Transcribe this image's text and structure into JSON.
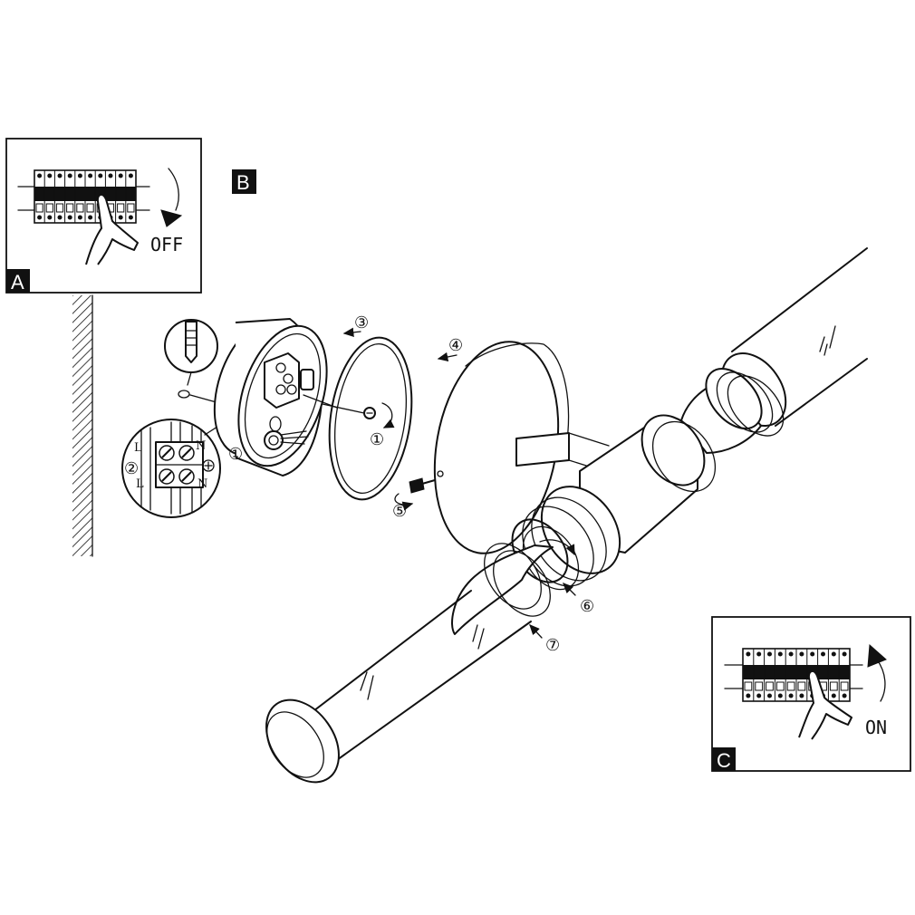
{
  "panels": {
    "a": {
      "badge": "A",
      "action": "OFF"
    },
    "b": {
      "badge": "B"
    },
    "c": {
      "badge": "C",
      "action": "ON"
    }
  },
  "steps": [
    "①",
    "②",
    "③",
    "④",
    "⑤",
    "⑥",
    "⑦",
    "①"
  ],
  "terminals": {
    "top": [
      "L",
      "N"
    ],
    "bottom": [
      "L",
      "N"
    ]
  },
  "colors": {
    "line": "#111111",
    "background": "#ffffff",
    "badge": "#111111"
  }
}
